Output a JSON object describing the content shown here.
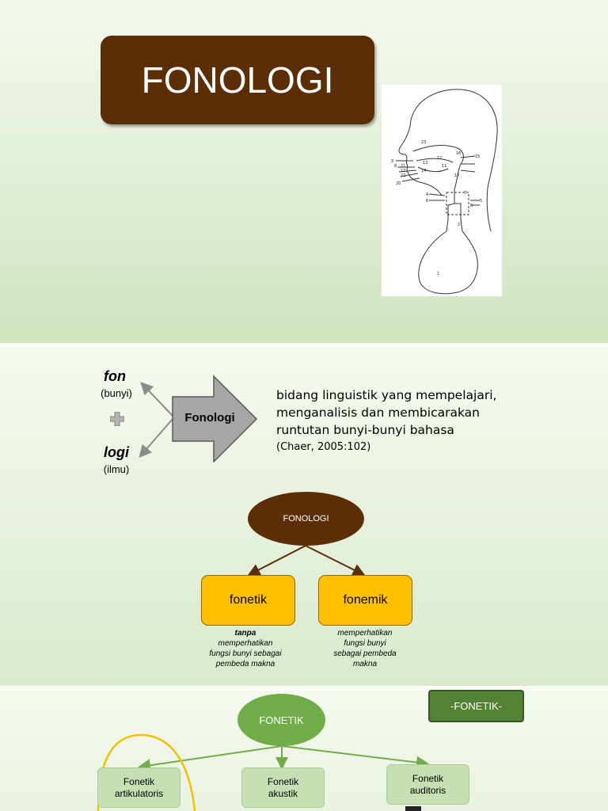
{
  "slide1": {
    "title": "FONOLOGI",
    "figure_labels": [
      "23",
      "9",
      "8",
      "15",
      "16",
      "12",
      "13",
      "11",
      "21",
      "17",
      "22",
      "14",
      "10",
      "20",
      "4",
      "7",
      "6",
      "5",
      "3",
      "2",
      "1"
    ]
  },
  "slide2": {
    "fon": "fon",
    "fon_meaning": "(bunyi)",
    "logi": "logi",
    "logi_meaning": "(ilmu)",
    "arrow_label": "Fonologi",
    "definition_lines": [
      "bidang linguistik yang mempelajari,",
      "menganalisis dan membicarakan",
      "runtutan bunyi-bunyi bahasa"
    ],
    "citation": "(Chaer, 2005:102)",
    "root": "FONOLOGI",
    "left_box": "fonetik",
    "right_box": "fonemik",
    "left_note_bold": "tanpa",
    "left_note_lines": [
      "memperhatikan",
      "fungsi  bunyi sebagai",
      "pembeda makna"
    ],
    "right_note_lines": [
      "memperhatikan",
      "fungsi bunyi",
      "sebagai pembeda",
      "makna"
    ],
    "colors": {
      "brown": "#5c2e06",
      "orange": "#ffc000"
    }
  },
  "slide3": {
    "root": "FONETIK",
    "tag": "-FONETIK-",
    "children": [
      {
        "line1": "Fonetik",
        "line2": "artikulatoris"
      },
      {
        "line1": "Fonetik",
        "line2": "akustik"
      },
      {
        "line1": "Fonetik",
        "line2": "auditoris"
      }
    ],
    "colors": {
      "green": "#70ad47",
      "dark_green": "#548235",
      "light_green": "#c6e0b4",
      "highlight": "#f2c200"
    }
  }
}
